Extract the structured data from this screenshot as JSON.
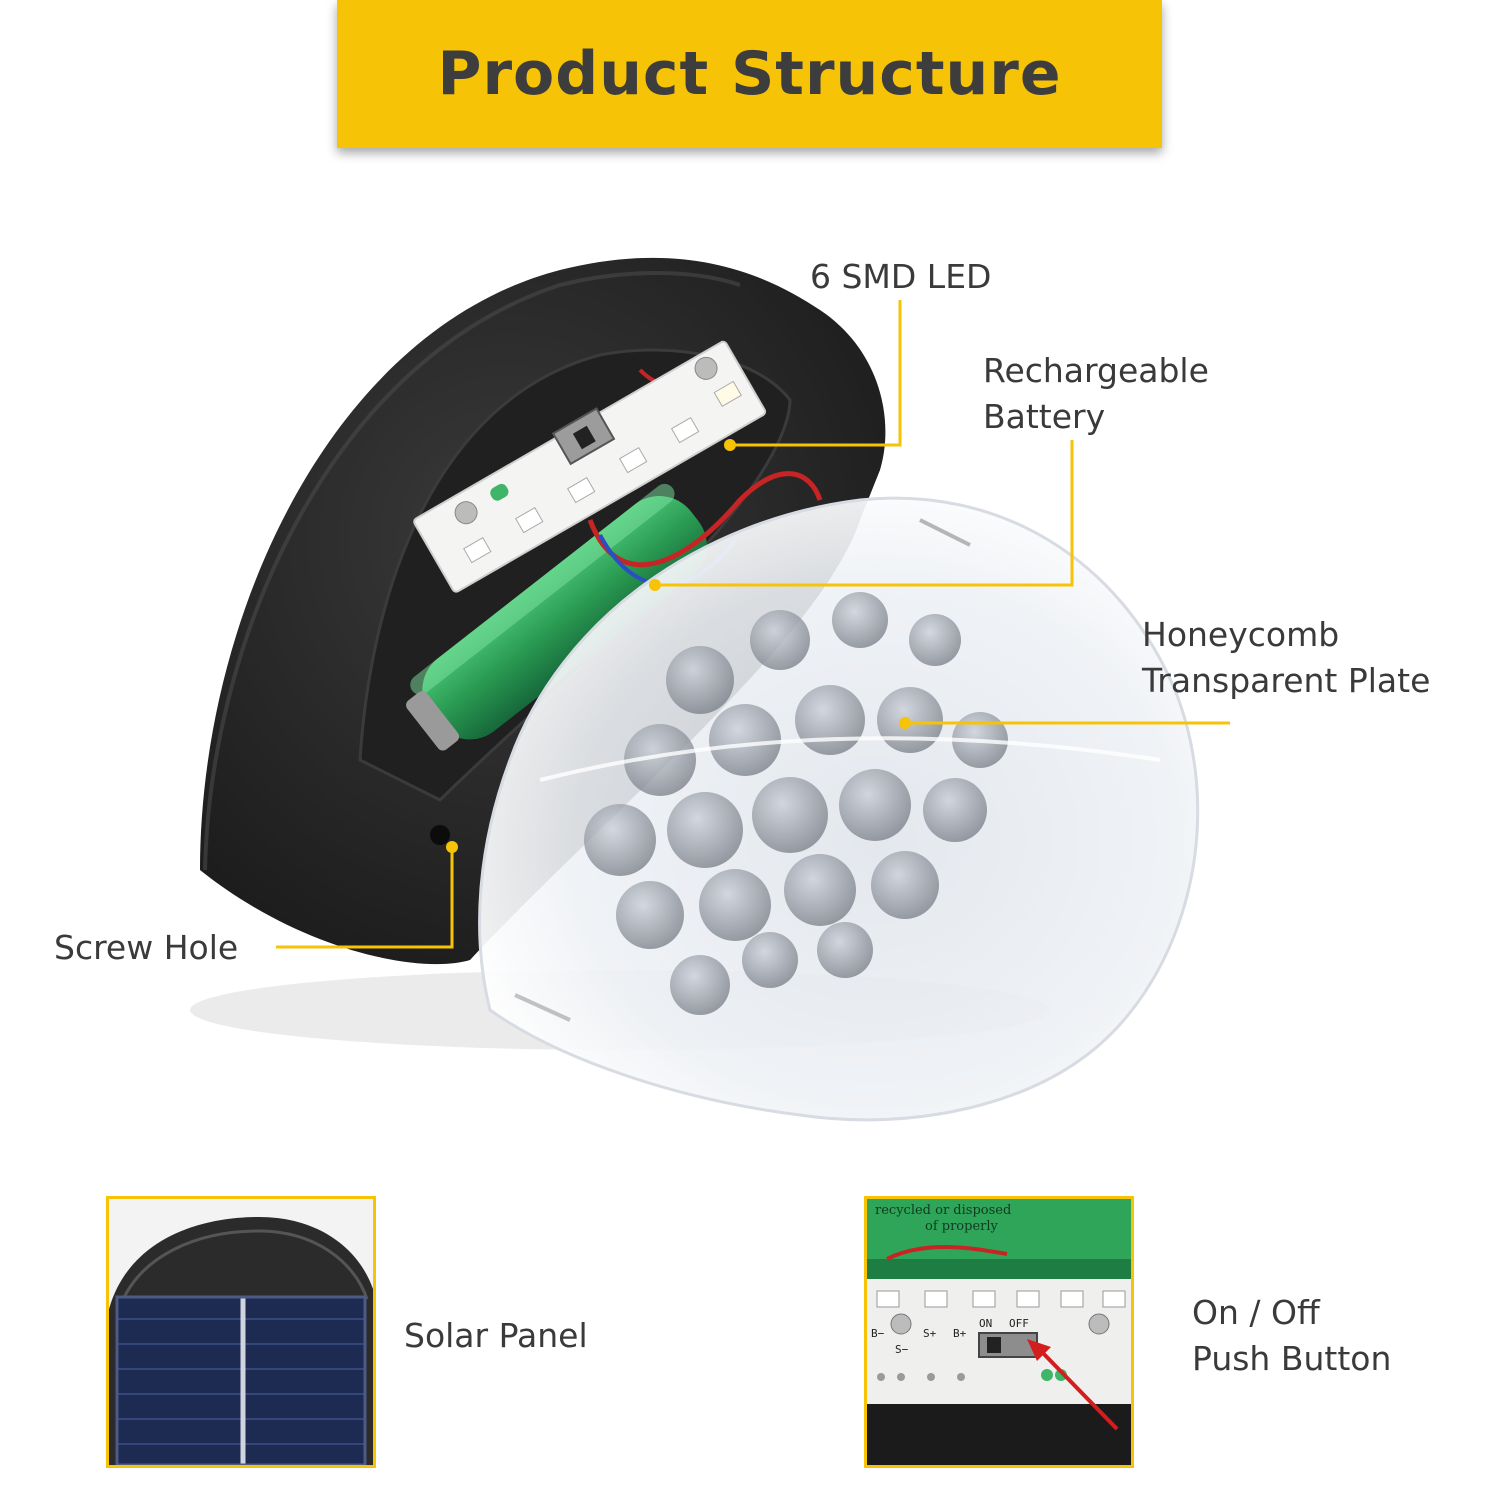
{
  "header": {
    "title": "Product Structure"
  },
  "callouts": {
    "led": "6 SMD LED",
    "battery_line1": "Rechargeable",
    "battery_line2": "Battery",
    "plate_line1": "Honeycomb",
    "plate_line2": "Transparent Plate",
    "screw": "Screw Hole",
    "solar": "Solar Panel",
    "switch_line1": "On / Off",
    "switch_line2": "Push Button"
  },
  "pcb_marks": {
    "b_minus": "B−",
    "s_minus": "S−",
    "s_plus": "S+",
    "b_plus": "B+",
    "on": "ON",
    "off": "OFF"
  },
  "battery_print": {
    "line1": "recycled or disposed",
    "line2": "of properly"
  },
  "colors": {
    "accent": "#f7c307",
    "text": "#3a3a3a",
    "housing": "#2a2a2a",
    "battery": "#2fa55a"
  }
}
